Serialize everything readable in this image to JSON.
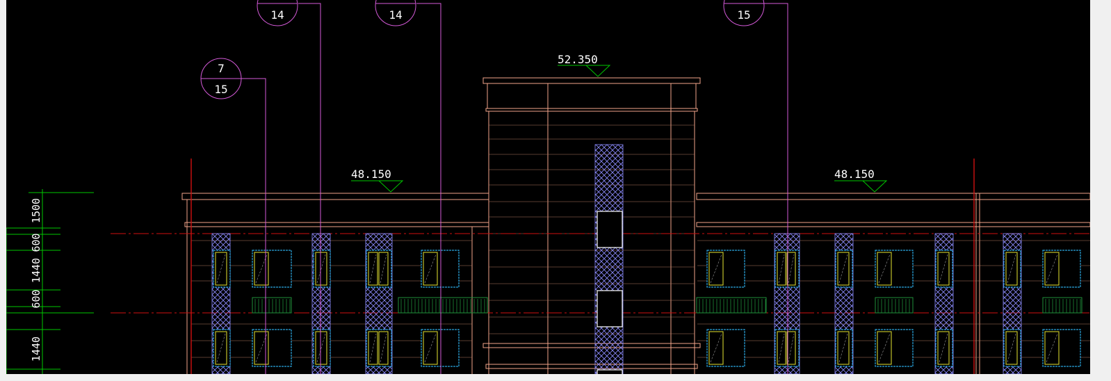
{
  "drawing": {
    "colors": {
      "background": "#000000",
      "outline": "#f2a58a",
      "detail_callout": "#d45ad8",
      "elevation_symbol": "#00c800",
      "level_text": "#ffffff",
      "window_frame": "#2aa6e0",
      "window_sash": "#e6e632",
      "axis_line": "#d01010",
      "railing": "#1f8f3a",
      "hatch": "#8c8cff",
      "dimension": "#00c800"
    },
    "callouts": [
      {
        "top": "",
        "bottom": "14"
      },
      {
        "top": "",
        "bottom": "14"
      },
      {
        "top": "",
        "bottom": "15"
      },
      {
        "top": "7",
        "bottom": "15"
      }
    ],
    "elevation_marks": [
      {
        "label": "52.350"
      },
      {
        "label": "48.150"
      },
      {
        "label": "48.150"
      }
    ],
    "dimensions": [
      "1500",
      "600",
      "1440",
      "600",
      "1440"
    ]
  }
}
